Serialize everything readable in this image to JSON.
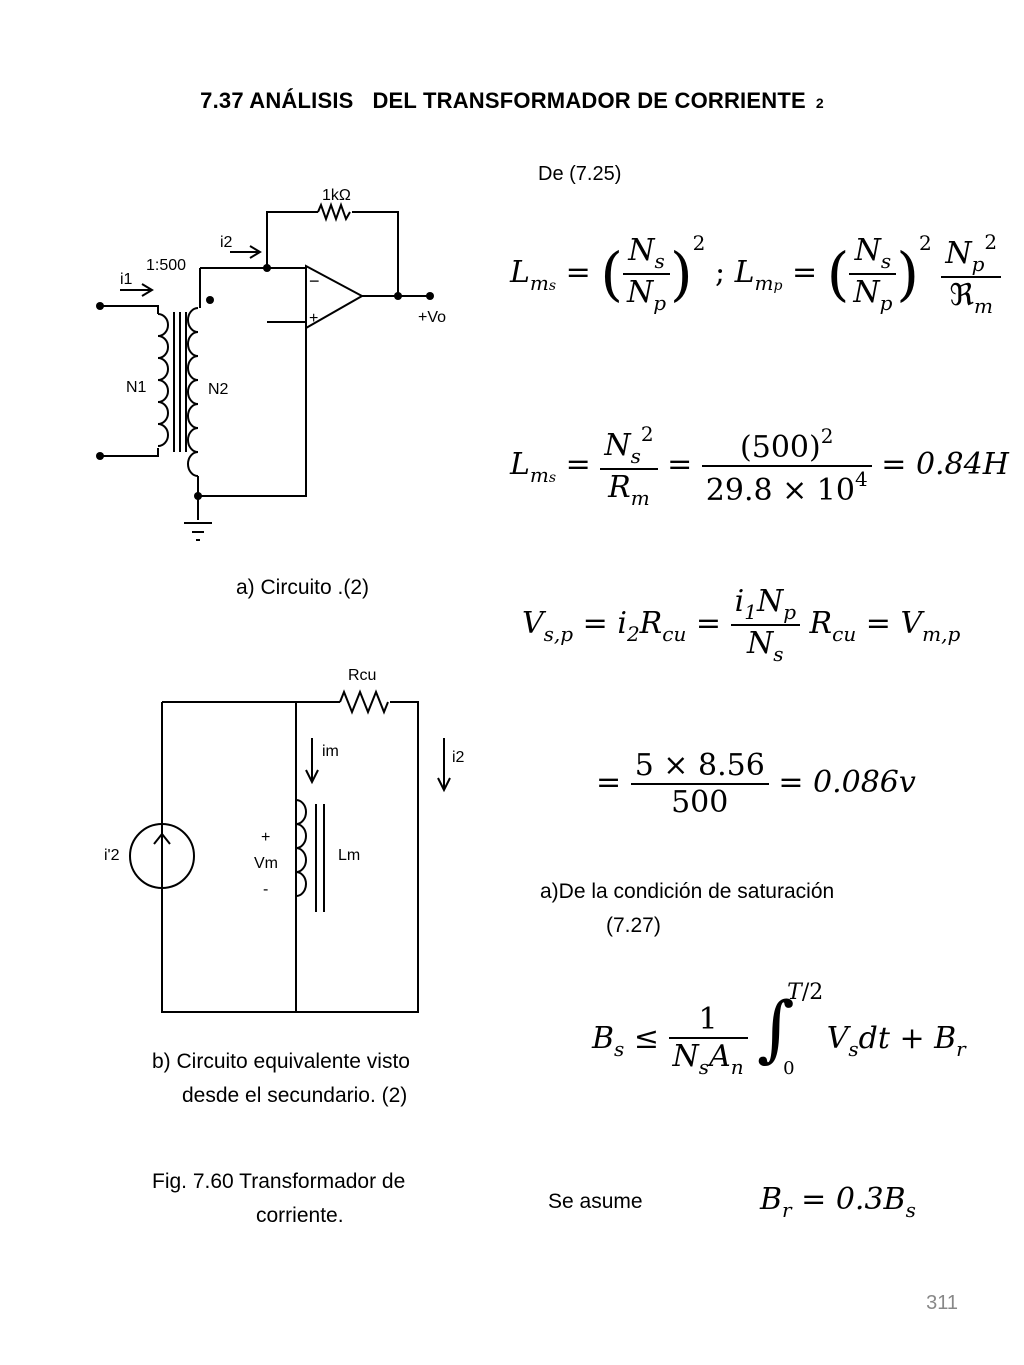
{
  "page": {
    "title": "7.37 ANÁLISIS   DEL TRANSFORMADOR DE CORRIENTE",
    "title_ref": "2",
    "page_number": "311"
  },
  "circuit_a": {
    "resistor_label": "1kΩ",
    "ratio_label": "1:500",
    "i1_label": "i1",
    "i2_label": "i2",
    "n1_label": "N1",
    "n2_label": "N2",
    "vo_label": "+Vo",
    "minus_sign": "−",
    "plus_sign": "+",
    "caption": "a) Circuito .(2)"
  },
  "circuit_b": {
    "rcu_label": "Rcu",
    "im_label": "im",
    "i2_label": "i2",
    "source_label": "i'2",
    "plus_label": "+",
    "vm_label": "Vm",
    "minus_label": "-",
    "lm_label": "Lm",
    "caption_line1": "b) Circuito equivalente visto",
    "caption_line2": "desde el secundario. (2)"
  },
  "figure_caption": {
    "line1": "Fig.  7.60 Transformador de",
    "line2": "corriente."
  },
  "right_col": {
    "ref_725": "De  (7.25)",
    "saturation_line1": "a)De   la   condición   de   saturación",
    "saturation_line2": "(7.27)",
    "assume_label": "Se asume"
  },
  "eq1": {
    "lms": "L",
    "lms_sub": "m",
    "lms_subsub": "s",
    "eq": "=",
    "ns": "N",
    "ns_sub": "s",
    "np": "N",
    "np_sub": "p",
    "exp": "2",
    "semicolon": ";",
    "lmp": "L",
    "lmp_sub": "m",
    "lmp_subsub": "p",
    "np2": "N",
    "np2_sub": "p",
    "np2_exp": "2",
    "rm": "ℜ",
    "rm_sub": "m"
  },
  "eq2": {
    "left": "L",
    "left_sub": "m",
    "left_subsub": "s",
    "num1": "N",
    "num1_sub": "s",
    "num1_exp": "2",
    "den1": "R",
    "den1_sub": "m",
    "num2": "(500)",
    "num2_exp": "2",
    "den2": "29.8 × 10",
    "den2_exp": "4",
    "result": "= 0.84H"
  },
  "eq3": {
    "left": "V",
    "left_sub": "s,p",
    "mid1": "= i",
    "mid1_sub": "2",
    "mid1_r": "R",
    "mid1_r_sub": "cu",
    "num": "i",
    "num_sub": "1",
    "num_n": "N",
    "num_n_sub": "p",
    "den": "N",
    "den_sub": "s",
    "r2": "R",
    "r2_sub": "cu",
    "right": "= V",
    "right_sub": "m,p"
  },
  "eq4": {
    "num": "5 × 8.56",
    "den": "500",
    "result": "= 0.086v"
  },
  "eq5": {
    "left": "B",
    "left_sub": "s",
    "rel": "≤",
    "num": "1",
    "den": "N",
    "den_sub": "s",
    "den_a": "A",
    "den_a_sub": "n",
    "upper": "T",
    "upper_div": "/2",
    "lower": "0",
    "integrand": "V",
    "integrand_sub": "s",
    "dt": "dt + B",
    "br_sub": "r"
  },
  "eq6": {
    "left": "B",
    "left_sub": "r",
    "rhs": "= 0.3B",
    "rhs_sub": "s"
  }
}
